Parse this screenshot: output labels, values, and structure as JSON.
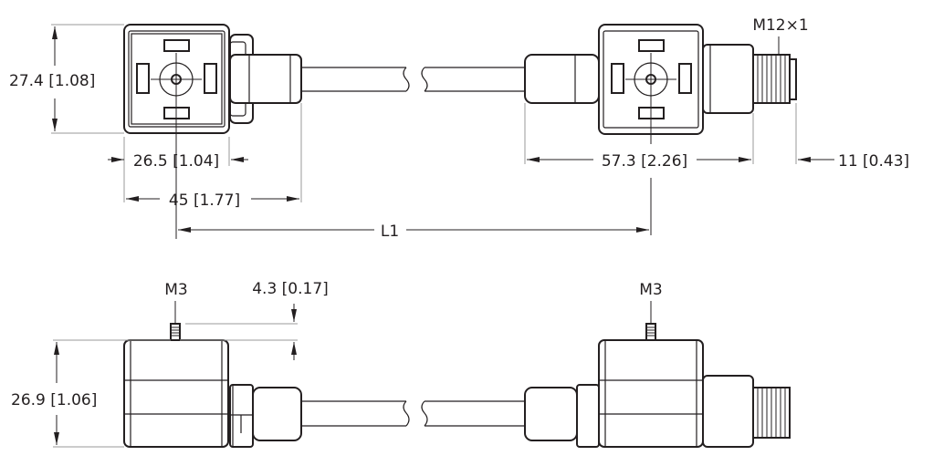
{
  "dimensions": {
    "height_front": "27.4 [1.08]",
    "width_body": "26.5 [1.04]",
    "length_left": "45 [1.77]",
    "length_total": "L1",
    "length_right": "57.3 [2.26]",
    "thread_length": "11 [0.43]",
    "thread_spec": "M12×1",
    "screw_left": "M3",
    "screw_right": "M3",
    "screw_height": "4.3 [0.17]",
    "height_side": "26.9 [1.06]"
  }
}
